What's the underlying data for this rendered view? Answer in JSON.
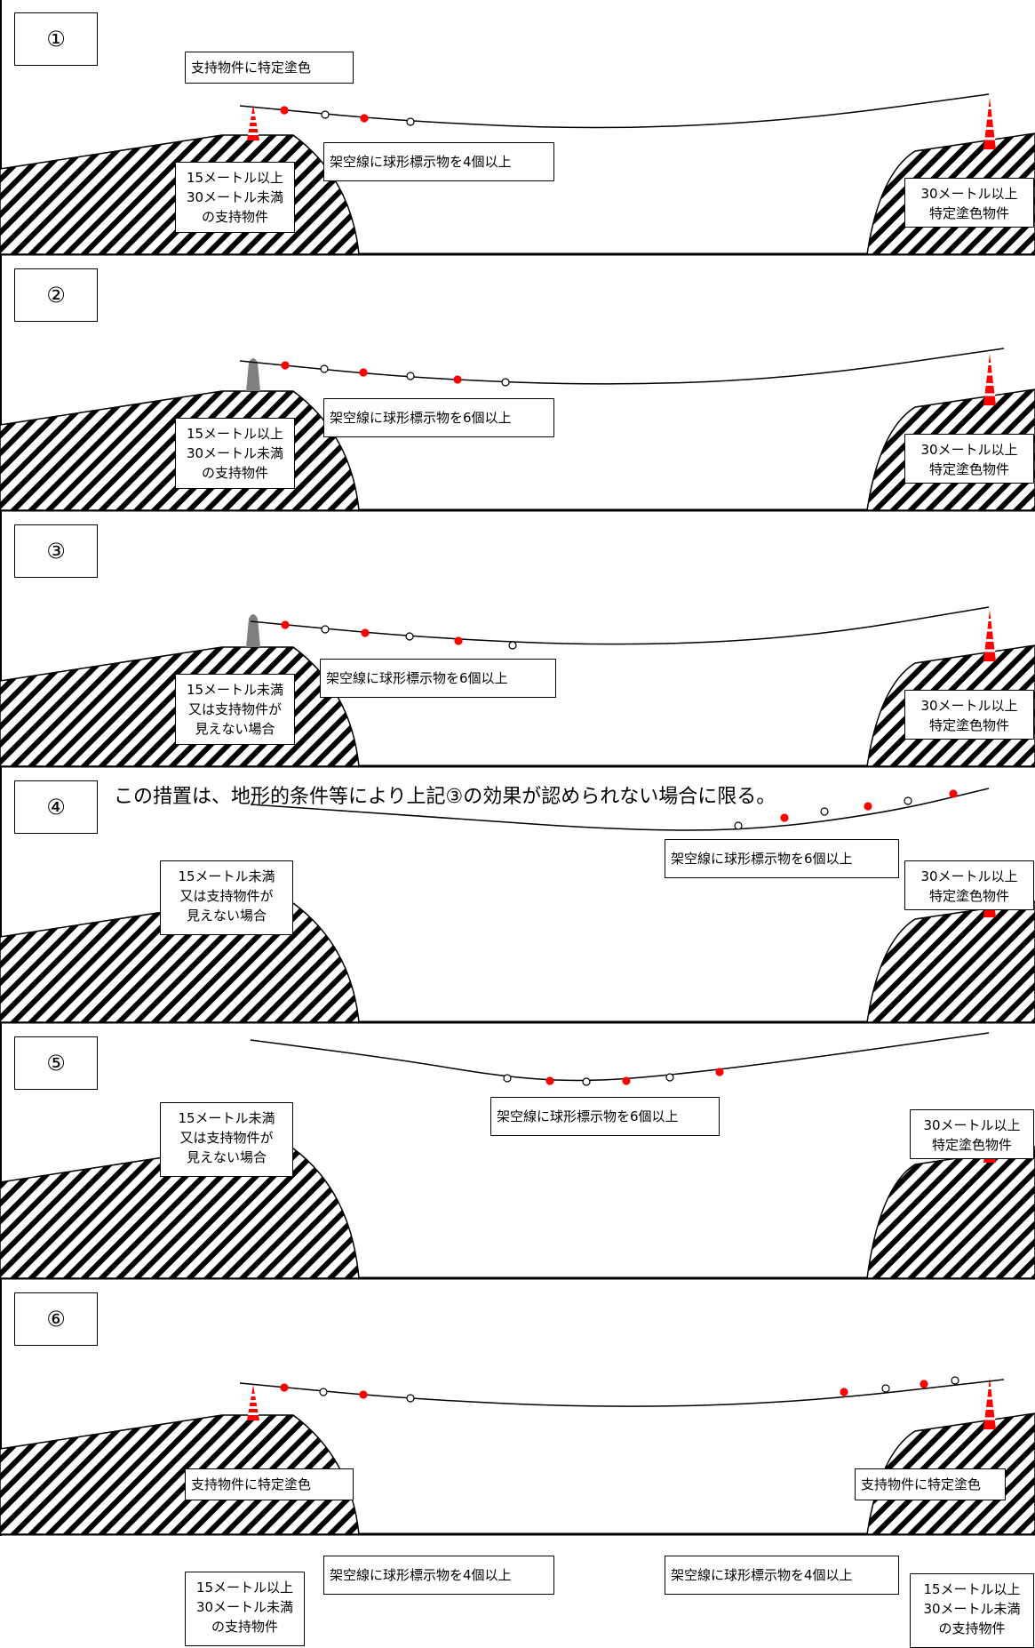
{
  "panels": [
    {
      "number": "①",
      "note": "",
      "labels": {
        "left_top": "支持物件に特定塗色",
        "right_top": "",
        "wire1": "架空線に球形標示物を4個以上",
        "wire2": "",
        "left_support": [
          "15メートル以上",
          "30メートル未満",
          "の支持物件"
        ],
        "right_support": [
          "30メートル以上",
          "特定塗色物件"
        ]
      }
    },
    {
      "number": "②",
      "note": "",
      "labels": {
        "left_top": "",
        "right_top": "",
        "wire1": "架空線に球形標示物を6個以上",
        "wire2": "",
        "left_support": [
          "15メートル以上",
          "30メートル未満",
          "の支持物件"
        ],
        "right_support": [
          "30メートル以上",
          "特定塗色物件"
        ]
      }
    },
    {
      "number": "③",
      "note": "",
      "labels": {
        "left_top": "",
        "right_top": "",
        "wire1": "架空線に球形標示物を6個以上",
        "wire2": "",
        "left_support": [
          "15メートル未満",
          "又は支持物件が",
          "見えない場合"
        ],
        "right_support": [
          "30メートル以上",
          "特定塗色物件"
        ]
      }
    },
    {
      "number": "④",
      "note": "この措置は、地形的条件等により上記③の効果が認められない場合に限る。",
      "labels": {
        "left_top": "",
        "right_top": "",
        "wire1": "架空線に球形標示物を6個以上",
        "wire2": "",
        "left_support": [
          "15メートル未満",
          "又は支持物件が",
          "見えない場合"
        ],
        "right_support": [
          "30メートル以上",
          "特定塗色物件"
        ]
      }
    },
    {
      "number": "⑤",
      "note": "",
      "labels": {
        "left_top": "",
        "right_top": "",
        "wire1": "架空線に球形標示物を6個以上",
        "wire2": "",
        "left_support": [
          "15メートル未満",
          "又は支持物件が",
          "見えない場合"
        ],
        "right_support": [
          "30メートル以上",
          "特定塗色物件"
        ]
      }
    },
    {
      "number": "⑥",
      "note": "",
      "labels": {
        "left_top": "支持物件に特定塗色",
        "right_top": "支持物件に特定塗色",
        "wire1": "架空線に球形標示物を4個以上",
        "wire2": "架空線に球形標示物を4個以上",
        "left_support": [
          "15メートル以上",
          "30メートル未満",
          "の支持物件"
        ],
        "right_support": [
          "15メートル以上",
          "30メートル未満",
          "の支持物件"
        ]
      }
    }
  ],
  "colors": {
    "marker_red": "#ff0000",
    "marker_white": "#ffffff",
    "line": "#000000",
    "tower_gray": "#808080"
  }
}
